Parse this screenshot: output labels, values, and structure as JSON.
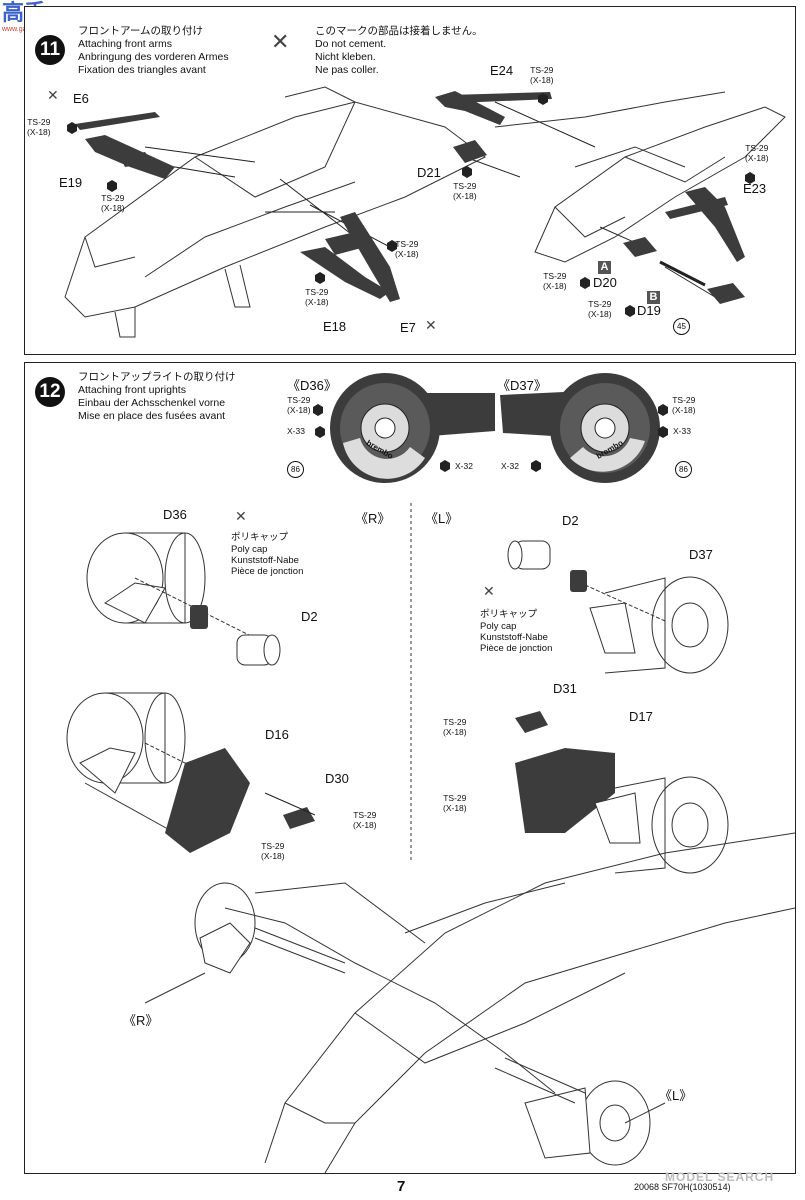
{
  "watermark": {
    "top": "高手",
    "site": "www.gaoshou.com"
  },
  "step11": {
    "number": "11",
    "title_jp": "フロントアームの取り付け",
    "title_en": "Attaching front arms",
    "title_de": "Anbringung des vorderen Armes",
    "title_fr": "Fixation des triangles avant",
    "note_jp": "このマークの部品は接着しません。",
    "note_en": "Do not cement.",
    "note_de": "Nicht kleben.",
    "note_fr": "Ne pas coller.",
    "parts": {
      "e6": "E6",
      "e19": "E19",
      "e18": "E18",
      "e7": "E7",
      "e24": "E24",
      "d21": "D21",
      "e23": "E23",
      "d20": "D20",
      "d19": "D19"
    },
    "box_a": "A",
    "box_b": "B",
    "ref45": "45"
  },
  "step12": {
    "number": "12",
    "title_jp": "フロントアップライトの取り付け",
    "title_en": "Attaching front uprights",
    "title_de": "Einbau der Achsschenkel vorne",
    "title_fr": "Mise en place des fusées avant",
    "d36_header": "《D36》",
    "d37_header": "《D37》",
    "r": "《R》",
    "l": "《L》",
    "brand": "brembo",
    "ref86": "86",
    "x33": "X-33",
    "x32": "X-32",
    "parts": {
      "d36": "D36",
      "d2": "D2",
      "d37": "D37",
      "d16": "D16",
      "d30": "D30",
      "d31": "D31",
      "d17": "D17"
    },
    "polycap_jp": "ポリキャップ",
    "polycap_en": "Poly cap",
    "polycap_de": "Kunststoff-Nabe",
    "polycap_fr": "Pièce de jonction"
  },
  "screw": {
    "ts": "TS-29",
    "x": "(X-18)"
  },
  "footer": {
    "page": "7",
    "code": "20068 SF70H(1030514)",
    "watermark2": "MODEL SEARCH"
  },
  "colors": {
    "part_fill": "#3c3c3c",
    "line": "#222222"
  }
}
